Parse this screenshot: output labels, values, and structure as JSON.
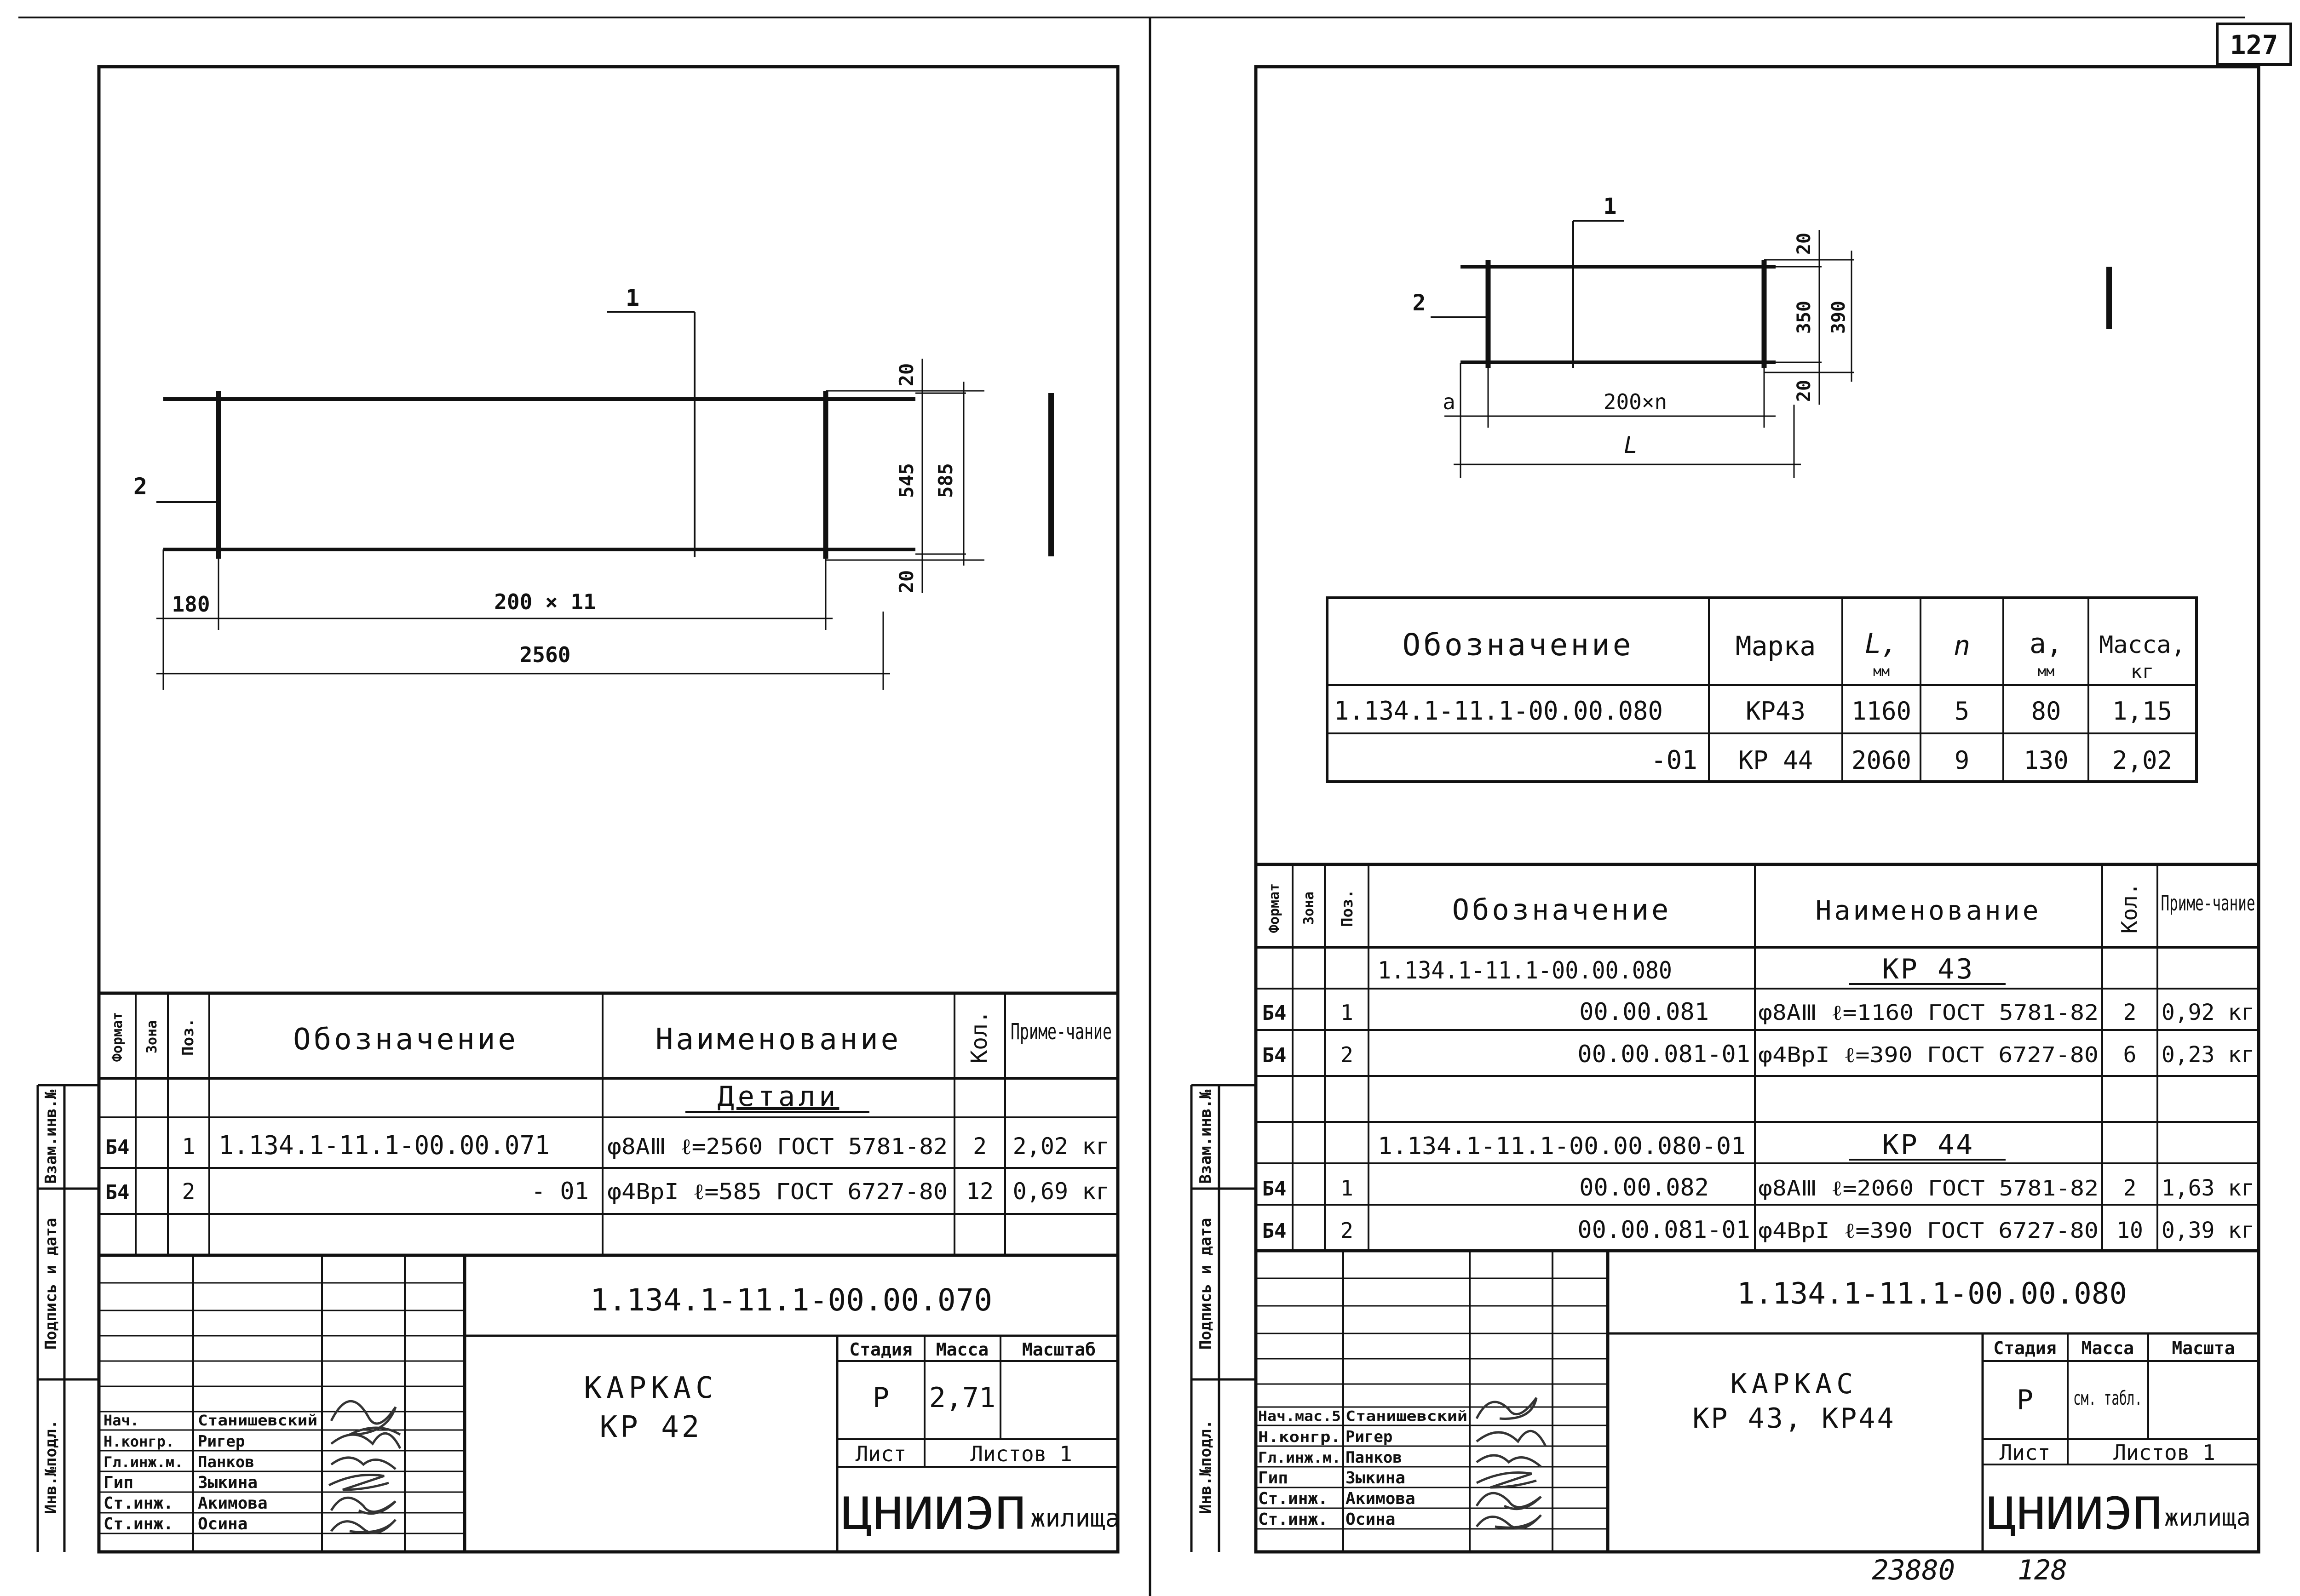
{
  "page_number": "127",
  "bottom_note": {
    "number": "23880",
    "page": "128"
  },
  "left_sheet": {
    "drawing": {
      "pos1": "1",
      "pos2": "2",
      "dim_20_top": "20",
      "dim_545": "545",
      "dim_585": "585",
      "dim_20_bottom": "20",
      "dim_180": "180",
      "dim_200x11": "200 × 11",
      "dim_2560": "2560"
    },
    "side_labels": [
      "Инв.№подл.",
      "Подпись и дата",
      "Взам.инв.№"
    ],
    "spec_headers": {
      "format": "Формат",
      "zone": "Зона",
      "pos": "Поз.",
      "designation": "Обозначение",
      "name": "Наименование",
      "qty": "Кол.",
      "note": "Приме-чание"
    },
    "section_title": "Детали",
    "rows": [
      {
        "format": "Б4",
        "pos": "1",
        "designation": "1.134.1-11.1-00.00.071",
        "name": "φ8АⅢ ℓ=2560 ГОСТ 5781-82",
        "qty": "2",
        "note": "2,02 кг"
      },
      {
        "format": "Б4",
        "pos": "2",
        "designation": "- 01",
        "name": "φ4ВрI ℓ=585 ГОСТ 6727-80",
        "qty": "12",
        "note": "0,69 кг"
      }
    ],
    "doc_code": "1.134.1-11.1-00.00.070",
    "title": "КАРКАС",
    "subtitle": "КР 42",
    "stage_label": "Стадия",
    "mass_label": "Масса",
    "scale_label": "Масштаб",
    "stage": "Р",
    "mass": "2,71",
    "sheet_label": "Лист",
    "sheets_label": "Листов 1",
    "org_main": "ЦНИИЭП",
    "org_sub": "жилища",
    "people": [
      {
        "role": "Нач.",
        "name": "Станишевский"
      },
      {
        "role": "Н.конгр.",
        "name": "Ригер"
      },
      {
        "role": "Гл.инж.м.",
        "name": "Панков"
      },
      {
        "role": "Гип",
        "name": "Зыкина"
      },
      {
        "role": "Ст.инж.",
        "name": "Акимова"
      },
      {
        "role": "Ст.инж.",
        "name": "Осина"
      }
    ]
  },
  "right_sheet": {
    "drawing": {
      "pos1": "1",
      "pos2": "2",
      "dim_a": "a",
      "dim_200n": "200×n",
      "dim_L": "L",
      "dim_20_top": "20",
      "dim_350": "350",
      "dim_390": "390",
      "dim_20_bottom": "20"
    },
    "var_table": {
      "headers": [
        "Обозначение",
        "Марка",
        "L,",
        "n",
        "a,",
        "Масса,"
      ],
      "header_units": [
        "",
        "",
        "мм",
        "",
        "мм",
        "кг"
      ],
      "rows": [
        [
          "1.134.1-11.1-00.00.080",
          "КР43",
          "1160",
          "5",
          "80",
          "1,15"
        ],
        [
          "-01",
          "КР 44",
          "2060",
          "9",
          "130",
          "2,02"
        ]
      ]
    },
    "side_labels": [
      "Инв.№подл.",
      "Подпись и дата",
      "Взам.инв.№"
    ],
    "spec_headers": {
      "format": "Формат",
      "zone": "Зона",
      "pos": "Поз.",
      "designation": "Обозначение",
      "name": "Наименование",
      "qty": "Кол.",
      "note": "Приме-чание"
    },
    "rows": [
      {
        "format": "",
        "pos": "",
        "designation": "1.134.1-11.1-00.00.080",
        "designation_align": "left",
        "name": "КР 43",
        "name_style": "heading",
        "qty": "",
        "note": ""
      },
      {
        "format": "Б4",
        "pos": "1",
        "designation": "00.00.081",
        "designation_align": "right",
        "name": "φ8АⅢ ℓ=1160 ГОСТ 5781-82",
        "name_style": "",
        "qty": "2",
        "note": "0,92 кг"
      },
      {
        "format": "Б4",
        "pos": "2",
        "designation": "00.00.081-01",
        "designation_align": "right",
        "name": "φ4ВрI ℓ=390 ГОСТ 6727-80",
        "name_style": "",
        "qty": "6",
        "note": "0,23 кг"
      },
      {
        "format": "",
        "pos": "",
        "designation": "",
        "designation_align": "left",
        "name": "",
        "name_style": "",
        "qty": "",
        "note": ""
      },
      {
        "format": "",
        "pos": "",
        "designation": "1.134.1-11.1-00.00.080-01",
        "designation_align": "left",
        "name": "КР 44",
        "name_style": "heading",
        "qty": "",
        "note": ""
      },
      {
        "format": "Б4",
        "pos": "1",
        "designation": "00.00.082",
        "designation_align": "right",
        "name": "φ8АⅢ ℓ=2060 ГОСТ 5781-82",
        "name_style": "",
        "qty": "2",
        "note": "1,63 кг"
      },
      {
        "format": "Б4",
        "pos": "2",
        "designation": "00.00.081-01",
        "designation_align": "right",
        "name": "φ4ВрI ℓ=390 ГОСТ 6727-80",
        "name_style": "",
        "qty": "10",
        "note": "0,39 кг"
      }
    ],
    "doc_code": "1.134.1-11.1-00.00.080",
    "title": "КАРКАС",
    "subtitle": "КР 43, КР44",
    "stage_label": "Стадия",
    "mass_label": "Масса",
    "scale_label": "Масшта",
    "stage": "Р",
    "mass": "см. табл.",
    "sheet_label": "Лист",
    "sheets_label": "Листов 1",
    "org_main": "ЦНИИЭП",
    "org_sub": "жилища",
    "people": [
      {
        "role": "Нач.мас.5",
        "name": "Станишевский"
      },
      {
        "role": "Н.конгр.",
        "name": "Ригер"
      },
      {
        "role": "Гл.инж.м.",
        "name": "Панков"
      },
      {
        "role": "Гип",
        "name": "Зыкина"
      },
      {
        "role": "Ст.инж.",
        "name": "Акимова"
      },
      {
        "role": "Ст.инж.",
        "name": "Осина"
      }
    ]
  },
  "colors": {
    "ink": "#111111",
    "paper": "#ffffff"
  }
}
